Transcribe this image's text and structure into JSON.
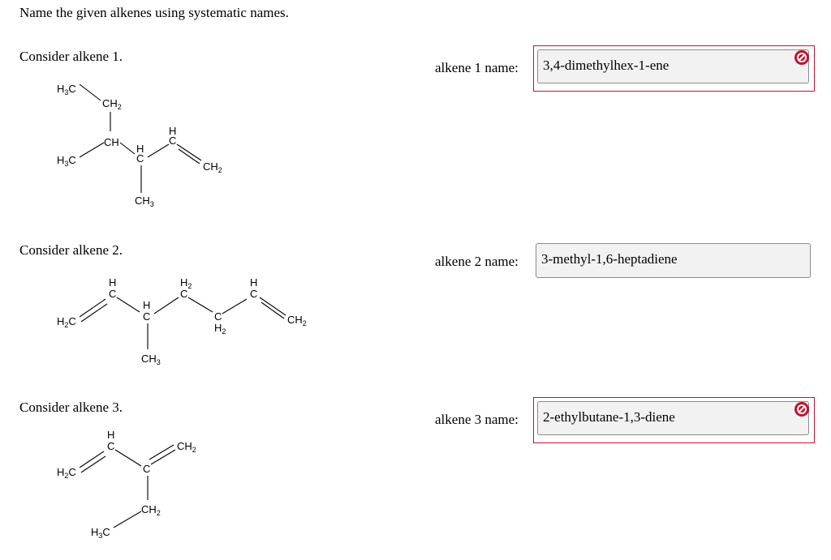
{
  "instructions": "Name the given alkenes using systematic names.",
  "problems": [
    {
      "prompt": "Consider alkene 1.",
      "answer_label": "alkene 1 name:",
      "answer_value": "3,4-dimethylhex-1-ene",
      "status": "incorrect",
      "structure": {
        "H3C": "H3C",
        "CH2": "CH2",
        "CH": "CH",
        "H": "H",
        "C": "C",
        "CH3": "CH3"
      }
    },
    {
      "prompt": "Consider alkene 2.",
      "answer_label": "alkene 2 name:",
      "answer_value": "3-methyl-1,6-heptadiene",
      "status": "unmarked"
    },
    {
      "prompt": "Consider alkene 3.",
      "answer_label": "alkene 3 name:",
      "answer_value": "2-ethylbutane-1,3-diene",
      "status": "incorrect"
    }
  ],
  "colors": {
    "error": "#c8102e",
    "input_bg": "#f2f2f2",
    "input_border": "#8c8c8c"
  },
  "icons": {
    "error": "prohibited-icon"
  }
}
